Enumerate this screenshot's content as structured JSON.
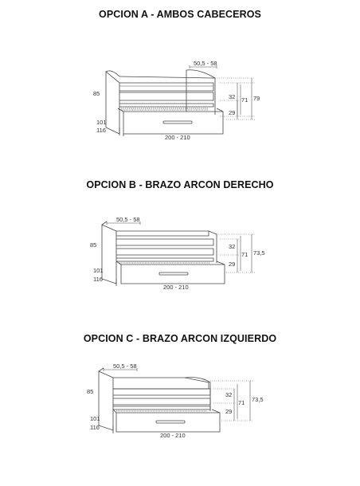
{
  "options": [
    {
      "title": "OPCION A - AMBOS CABECEROS",
      "dimensions": {
        "depth": "50,5 - 58",
        "headboard_height": "85",
        "inner_height": "32",
        "total_height_side": "71",
        "total_height": "79",
        "drawer_height": "29",
        "width_a": "101",
        "width_b": "116",
        "length": "200 - 210"
      }
    },
    {
      "title": "OPCION B - BRAZO ARCON DERECHO",
      "dimensions": {
        "depth": "50,5 - 58",
        "headboard_height": "85",
        "inner_height": "32",
        "total_height_side": "71",
        "total_height": "73,5",
        "drawer_height": "29",
        "width_a": "101",
        "width_b": "116",
        "length": "200 - 210"
      }
    },
    {
      "title": "OPCION C - BRAZO ARCON IZQUIERDO",
      "dimensions": {
        "depth": "50,5 - 58",
        "headboard_height": "85",
        "inner_height": "32",
        "total_height_side": "71",
        "total_height": "73,5",
        "drawer_height": "29",
        "width_a": "101",
        "width_b": "116",
        "length": "200 - 210"
      }
    }
  ]
}
